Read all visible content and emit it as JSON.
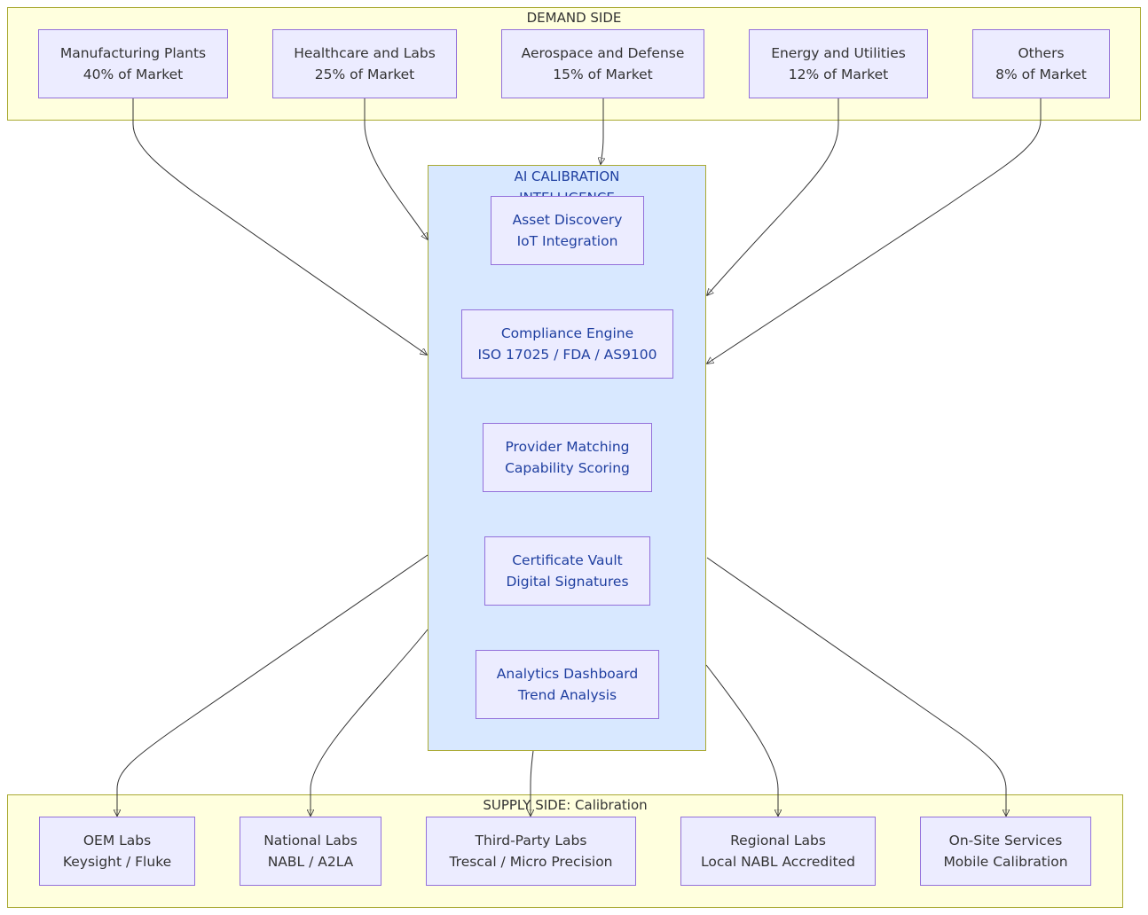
{
  "demand": {
    "title": "DEMAND SIDE",
    "nodes": [
      {
        "line1": "Manufacturing Plants",
        "line2": "40% of Market"
      },
      {
        "line1": "Healthcare and Labs",
        "line2": "25% of Market"
      },
      {
        "line1": "Aerospace and Defense",
        "line2": "15% of Market"
      },
      {
        "line1": "Energy and Utilities",
        "line2": "12% of Market"
      },
      {
        "line1": "Others",
        "line2": "8% of Market"
      }
    ]
  },
  "ai": {
    "title_line1": "AI CALIBRATION",
    "title_line2": "INTELLIGENCE",
    "nodes": [
      {
        "line1": "Asset Discovery",
        "line2": "IoT Integration"
      },
      {
        "line1": "Compliance Engine",
        "line2": "ISO 17025 / FDA / AS9100"
      },
      {
        "line1": "Provider Matching",
        "line2": "Capability Scoring"
      },
      {
        "line1": "Certificate Vault",
        "line2": "Digital Signatures"
      },
      {
        "line1": "Analytics Dashboard",
        "line2": "Trend Analysis"
      }
    ]
  },
  "supply": {
    "title": "SUPPLY SIDE: Calibration",
    "nodes": [
      {
        "line1": "OEM Labs",
        "line2": "Keysight / Fluke"
      },
      {
        "line1": "National Labs",
        "line2": "NABL / A2LA"
      },
      {
        "line1": "Third-Party Labs",
        "line2": "Trescal / Micro Precision"
      },
      {
        "line1": "Regional Labs",
        "line2": "Local NABL Accredited"
      },
      {
        "line1": "On-Site Services",
        "line2": "Mobile Calibration"
      }
    ]
  },
  "colors": {
    "cluster_fill": "#ffffde",
    "cluster_border": "#aaaa33",
    "ai_fill": "#d8e8ff",
    "node_fill": "#ececff",
    "node_border": "#9370db",
    "ai_text": "#1f3fa0",
    "edge": "#333333"
  }
}
